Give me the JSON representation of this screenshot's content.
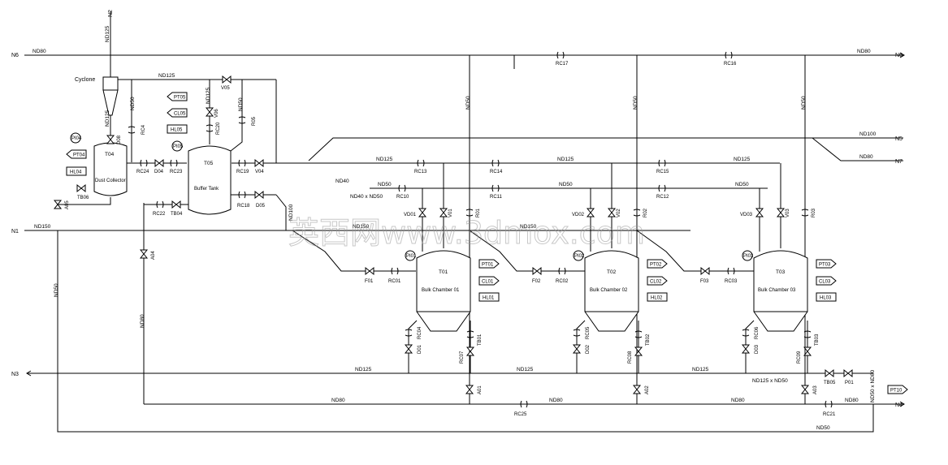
{
  "lines": {
    "n6_left": "N6",
    "n6_right": "N6",
    "n3": "N3",
    "n1": "N1",
    "n5": "N5",
    "n7": "N7",
    "n4": "N4",
    "n2": "N2"
  },
  "sizes": {
    "nd80_top": "ND80",
    "nd80_top_right": "ND80",
    "nd125_n2": "ND125",
    "nd125_cyclone": "ND125",
    "nd50_cyclone": "ND50",
    "nd125_cyc_drop": "ND125",
    "nd125_v05": "ND125",
    "nd50_v05": "ND50",
    "nd100_right": "ND100",
    "nd80_n7": "ND80",
    "nd125_hdr1": "ND125",
    "nd125_hdr2": "ND125",
    "nd125_hdr3": "ND125",
    "nd50_hdr1": "ND50",
    "nd50_hdr2": "ND50",
    "nd50_hdr3": "ND50",
    "nd40": "ND40",
    "nd40_x_nd50": "ND40 x ND50",
    "nd150_n1": "ND150",
    "nd150_mid": "ND150",
    "nd150_mid2": "ND150",
    "nd100_t05": "ND100",
    "nd50_vert_left": "ND50",
    "nd80_vert": "ND80",
    "nd50_col1": "ND50",
    "nd50_col2": "ND50",
    "nd50_col3": "ND50",
    "nd125_n3": "ND125",
    "nd125_n3b": "ND125",
    "nd125_n3c": "ND125",
    "nd125_x_nd50": "ND125 x ND50",
    "nd80_bot1": "ND80",
    "nd80_bot2": "ND80",
    "nd80_bot3": "ND80",
    "nd80_bot4": "ND80",
    "nd50_bottom": "ND50",
    "nd50_x_nd80": "ND50 x ND80"
  },
  "equipment": {
    "cyclone": "Cyclone",
    "t04_tag": "T04",
    "t04_name": "Dust Collector",
    "t05_tag": "T05",
    "t05_name": "Buffer Tank",
    "t01_tag": "T01",
    "t01_name": "Bulk Chamber 01",
    "t02_tag": "T02",
    "t02_name": "Bulk Chamber 02",
    "t03_tag": "T03",
    "t03_name": "Bulk Chamber 03"
  },
  "instruments": {
    "pt05": "PT05",
    "cl05": "CL05",
    "hl05": "HL05",
    "pi05": "PI05",
    "pi04": "PI04",
    "pt04": "PT04",
    "hl04": "HL04",
    "pt01": "PT01",
    "cl01": "CL01",
    "hl01": "HL01",
    "pi01": "PI01",
    "pt02": "PT02",
    "cl02": "CL02",
    "hl02": "HL02",
    "pi02": "PI02",
    "pt03": "PT03",
    "cl03": "CL03",
    "hl03": "HL03",
    "pi03": "PI03",
    "pt10": "PT10"
  },
  "valves": {
    "d08": "D08",
    "rc4": "RC4",
    "v05": "V05",
    "v06": "V06",
    "rc20": "RC20",
    "r05": "R05",
    "rc24": "RC24",
    "d04": "D04",
    "rc23": "RC23",
    "rc19": "RC19",
    "v04": "V04",
    "rc18": "RC18",
    "d05": "D05",
    "rc22": "RC22",
    "tb04": "TB04",
    "tb06": "TB06",
    "a05": "A05",
    "a04": "A04",
    "rc17": "RC17",
    "rc16": "RC16",
    "rc13": "RC13",
    "rc14": "RC14",
    "rc15": "RC15",
    "rc10": "RC10",
    "rc11": "RC11",
    "rc12": "RC12",
    "vd01": "VD01",
    "v01": "V01",
    "r01": "R01",
    "vd02": "VD02",
    "v02": "V02",
    "r02": "R02",
    "vd03": "VD03",
    "v03": "V03",
    "r03": "R03",
    "f01": "F01",
    "rc01": "RC01",
    "f02": "F02",
    "rc02": "RC02",
    "f03": "F03",
    "rc03": "RC03",
    "rc04": "RC04",
    "d01": "D01",
    "rc07": "RC07",
    "tb01": "TB01",
    "rc05": "RC05",
    "d02": "D02",
    "rc08": "RC08",
    "tb02": "TB02",
    "rc06": "RC06",
    "d03": "D03",
    "rc09": "RC09",
    "tb03": "TB03",
    "a01": "A01",
    "a02": "A02",
    "a03": "A03",
    "tb05": "TB05",
    "p01": "P01",
    "rc25": "RC25",
    "rc21": "RC21"
  },
  "watermark": "英西网www.3dmox.com"
}
